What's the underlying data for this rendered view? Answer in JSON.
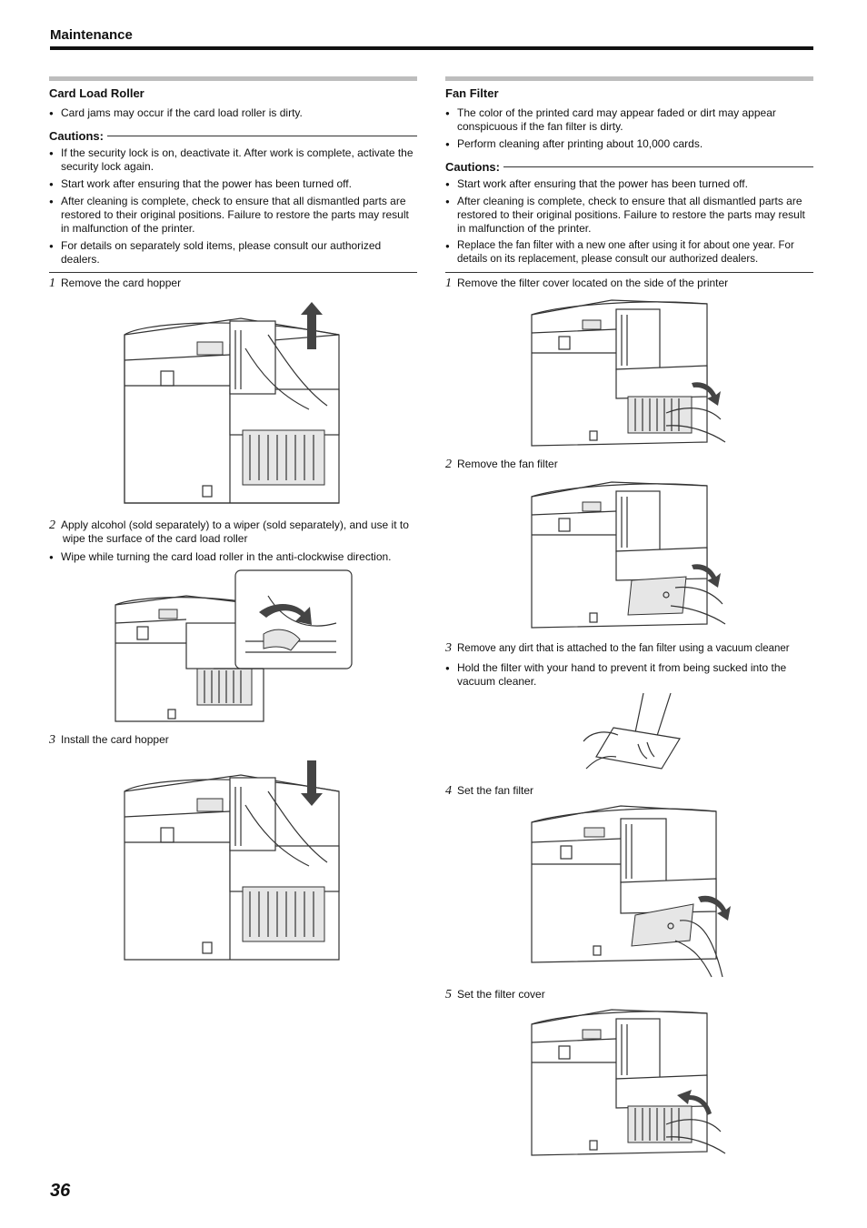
{
  "header": {
    "title": "Maintenance"
  },
  "left": {
    "title": "Card Load Roller",
    "intro_bullets": [
      "Card jams may occur if the card load roller is dirty."
    ],
    "cautions_label": "Cautions:",
    "cautions": [
      "If the security lock is on, deactivate it. After work is complete, activate the security lock again.",
      "Start work after ensuring that the power has been turned off.",
      "After cleaning is complete, check to ensure that all dismantled parts are restored to their original positions. Failure to restore the parts may result in malfunction of the printer.",
      "For details on separately sold items, please consult our authorized dealers."
    ],
    "steps": [
      {
        "num": "1",
        "text": "Remove the card hopper"
      },
      {
        "num": "2",
        "text": "Apply alcohol (sold separately) to a wiper (sold separately), and use it to wipe the surface of the card load roller",
        "bullet": "Wipe while turning the card load roller in the anti-clockwise direction."
      },
      {
        "num": "3",
        "text": "Install the card hopper"
      }
    ]
  },
  "right": {
    "title": "Fan Filter",
    "intro_bullets": [
      "The color of the printed card may appear faded or dirt may appear conspicuous if the fan filter is dirty.",
      "Perform cleaning after printing about 10,000 cards."
    ],
    "cautions_label": "Cautions:",
    "cautions": [
      "Start work after ensuring that the power has been turned off.",
      "After cleaning is complete, check to ensure that all dismantled parts are restored to their original positions. Failure to restore the parts may result in malfunction of the printer.",
      "Replace the fan filter with a new one after using it for about one year. For details on its replacement, please consult our authorized dealers."
    ],
    "steps": [
      {
        "num": "1",
        "text": "Remove the filter cover located on the side of the printer"
      },
      {
        "num": "2",
        "text": "Remove the fan filter"
      },
      {
        "num": "3",
        "text": "Remove any dirt that is attached to the fan filter using a vacuum cleaner",
        "bullet": "Hold the filter with your hand to prevent it from being sucked into the vacuum cleaner."
      },
      {
        "num": "4",
        "text": "Set the fan filter"
      },
      {
        "num": "5",
        "text": "Set the filter cover"
      }
    ]
  },
  "footer": {
    "page_number": "36"
  }
}
